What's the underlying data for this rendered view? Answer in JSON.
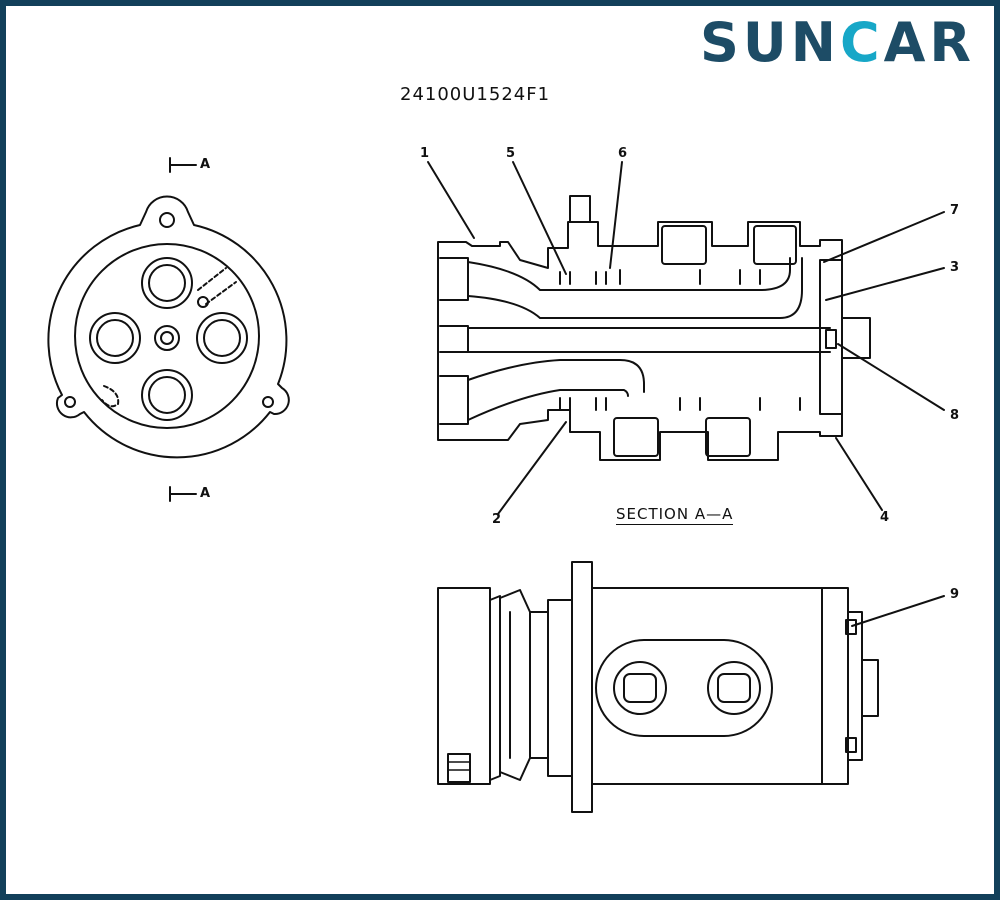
{
  "brand": {
    "name_part1": "SUN",
    "name_part2": "C",
    "name_part3": "AR",
    "colors": {
      "primary": "#1d4c66",
      "accent": "#17a7c7",
      "border": "#12405a"
    }
  },
  "part_number": "24100U1524F1",
  "section_title": "SECTION  A—A",
  "section_marker": "A",
  "callouts": [
    "1",
    "2",
    "3",
    "4",
    "5",
    "6",
    "7",
    "8",
    "9"
  ]
}
